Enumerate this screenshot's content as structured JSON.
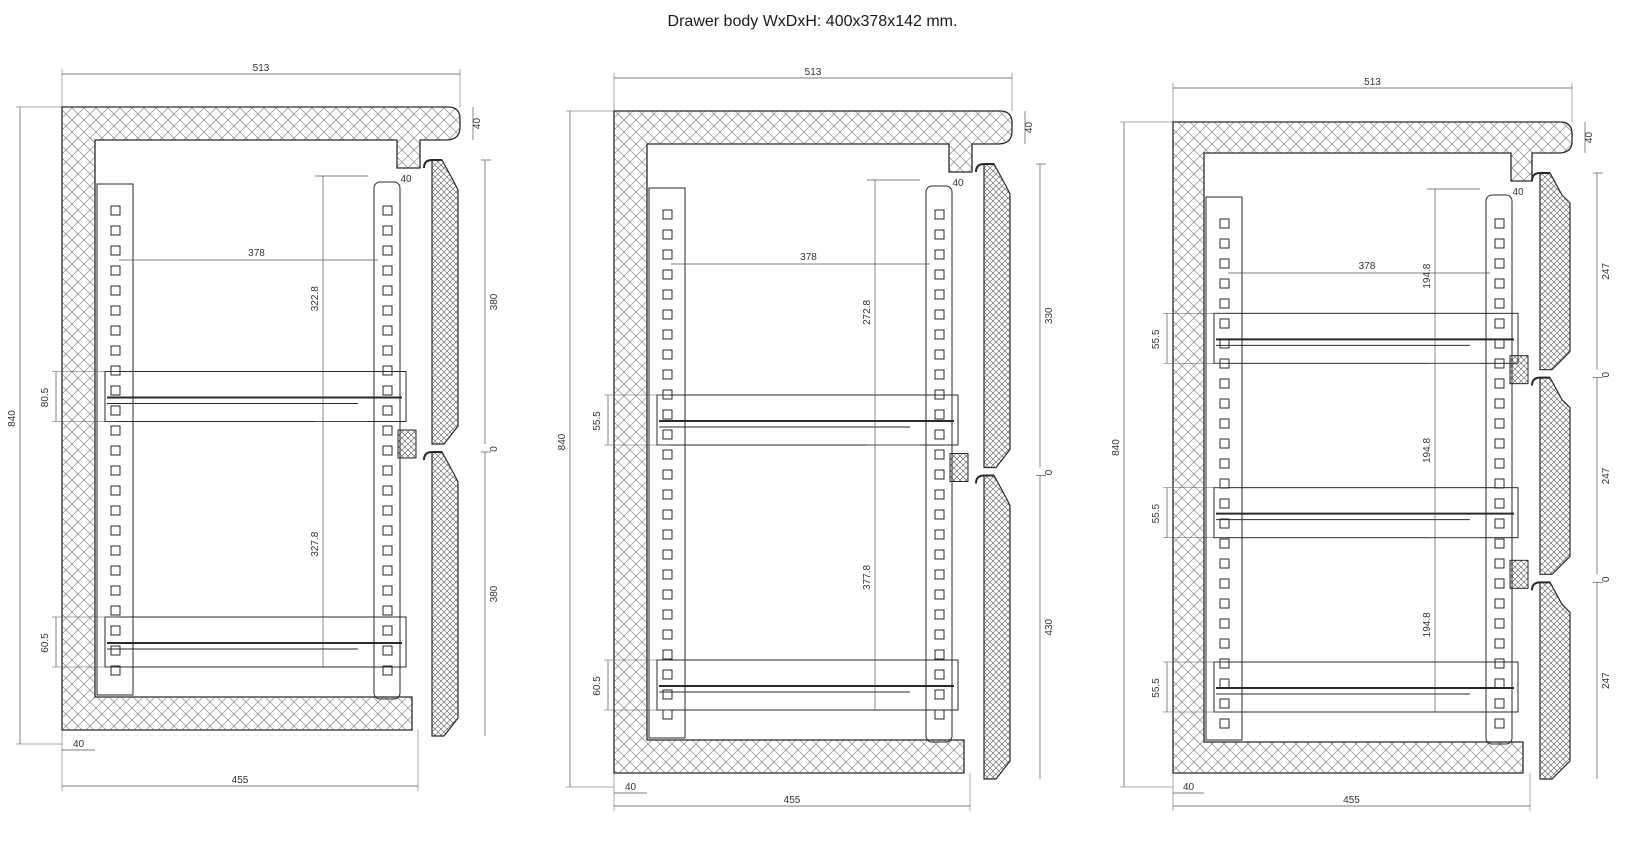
{
  "title": "Drawer body WxDxH: 400x378x142 mm.",
  "colors": {
    "line": "#2a2a2a",
    "dim": "#555555",
    "hatch": "#8a8a8a",
    "background": "#ffffff"
  },
  "views": [
    {
      "id": "two-drawer",
      "overall_width": "513",
      "inner_width": "455",
      "height": "840",
      "wall": "40",
      "top_wall": "40",
      "drawer_depth": "378",
      "gap": "0",
      "fronts": [
        "380",
        "380"
      ],
      "drawer_heights": [
        "322.8",
        "327.8"
      ],
      "rail_offsets": [
        "80.5",
        "60.5"
      ]
    },
    {
      "id": "two-drawer-unequal",
      "overall_width": "513",
      "inner_width": "455",
      "height": "840",
      "wall": "40",
      "top_wall": "40",
      "drawer_depth": "378",
      "gap": "0",
      "fronts": [
        "330",
        "430"
      ],
      "drawer_heights": [
        "272.8",
        "377.8"
      ],
      "rail_offsets": [
        "55.5",
        "60.5"
      ]
    },
    {
      "id": "three-drawer",
      "overall_width": "513",
      "inner_width": "455",
      "height": "840",
      "wall": "40",
      "top_wall": "40",
      "drawer_depth": "378",
      "gap": "0",
      "fronts": [
        "247",
        "247",
        "247"
      ],
      "drawer_heights": [
        "194.8",
        "194.8",
        "194.8"
      ],
      "rail_offsets": [
        "55.5",
        "55.5",
        "55.5"
      ]
    }
  ]
}
